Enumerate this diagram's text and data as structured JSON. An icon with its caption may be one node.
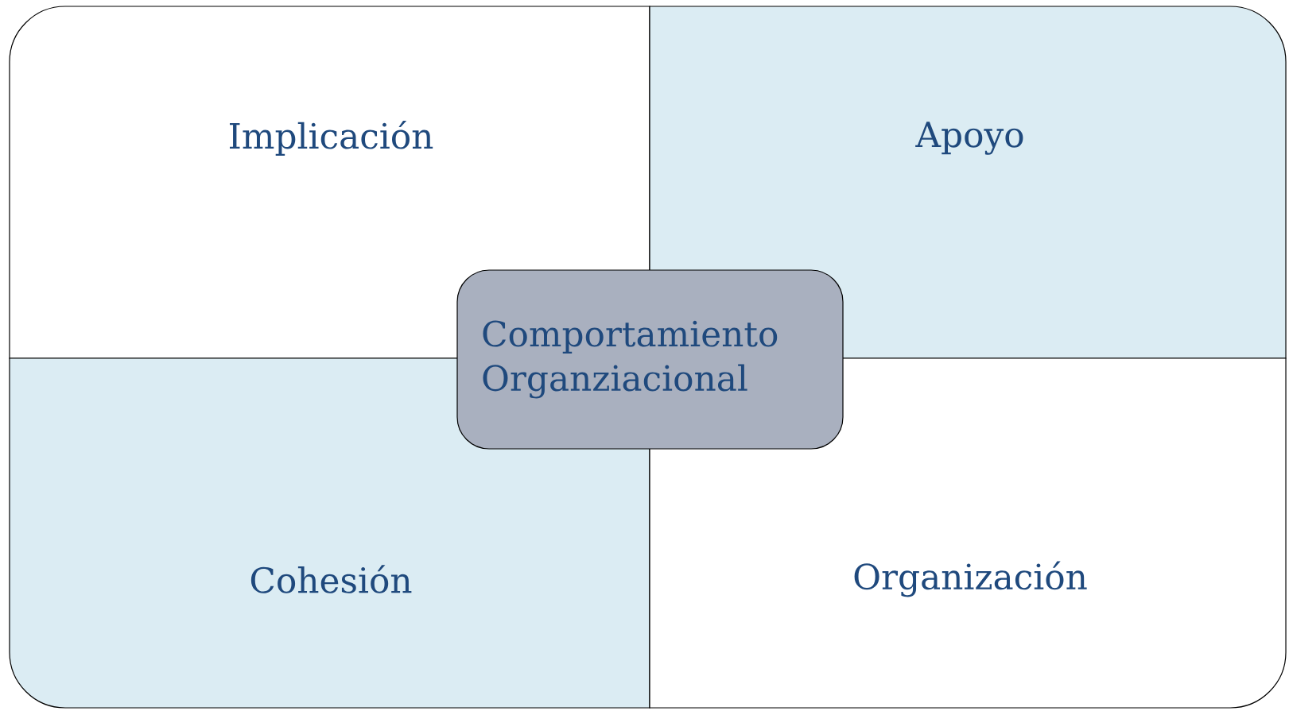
{
  "diagram": {
    "nodes": [
      {
        "text": [
          "Implicación"
        ]
      },
      {
        "text": [
          "Apoyo"
        ]
      },
      {
        "text": [
          "Cohesión"
        ]
      },
      {
        "text": [
          "Organización"
        ]
      },
      {
        "text": [
          "Comportamiento Organziacional"
        ]
      }
    ]
  }
}
